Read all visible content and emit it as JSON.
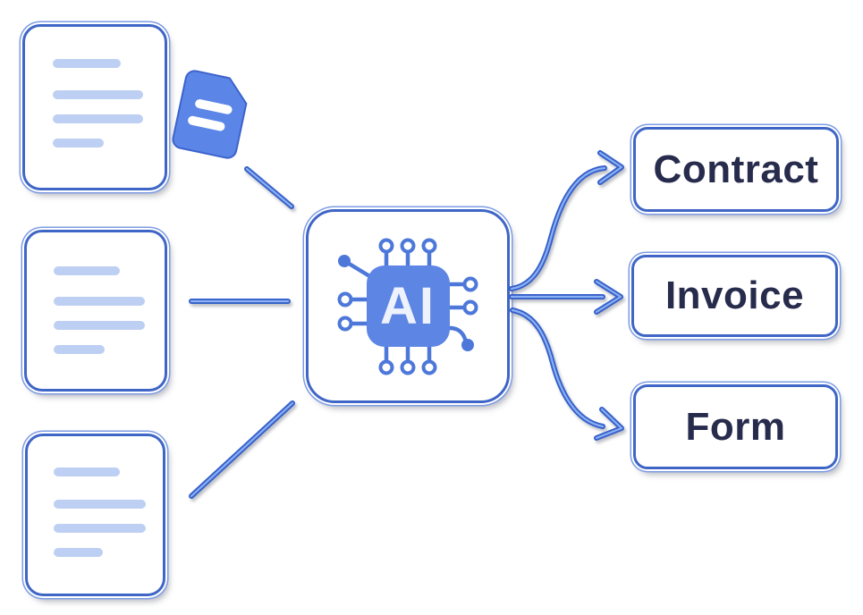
{
  "ai": {
    "label": "AI"
  },
  "outputs": [
    {
      "label": "Contract"
    },
    {
      "label": "Invoice"
    },
    {
      "label": "Form"
    }
  ],
  "inputs": {
    "document_card_count": 3
  },
  "icons": {
    "file": "docs-file-icon",
    "chip": "ai-chip-icon"
  },
  "colors": {
    "accent_blue": "#5c85e4",
    "border_blue": "#3f66c6",
    "hairline_blue": "#7e9ce4",
    "doc_text_line": "#bdcff2",
    "arrow_dark": "#355fc9",
    "arrow_light": "#8ab0f4",
    "label_navy": "#272b4c",
    "chip_text": "#eef2fc"
  }
}
